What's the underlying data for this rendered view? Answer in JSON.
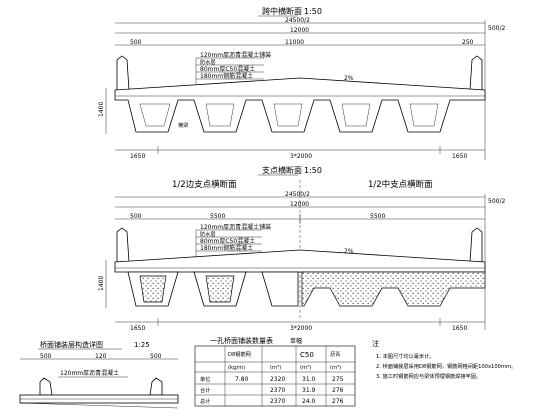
{
  "midspan": {
    "title": "跨中横断面",
    "scale": "1:50",
    "half_total": "24500/2",
    "width_12000": "12000",
    "width_11000": "11000",
    "w500": "500",
    "w250": "250",
    "slope": "2%",
    "notes": [
      "120mm厚沥青混凝土铺装",
      "防水层",
      "80mm厚C50混凝土",
      "180mm钢筋混凝土"
    ],
    "h1400": "1400",
    "b1650l": "1650",
    "b3x2000": "3*2000",
    "b1650r": "1650",
    "side_label": "横梁",
    "right_tag": "500/2"
  },
  "support": {
    "title": "支点横断面",
    "scale": "1:50",
    "left_title": "1/2边支点横断面",
    "right_title": "1/2中支点横断面",
    "half_total": "24500/2",
    "width_12000": "12000",
    "w500": "500",
    "w5500l": "5500",
    "w5500r": "5500",
    "slope": "2%",
    "notes": [
      "120mm厚沥青混凝土铺装",
      "防水层",
      "80mm厚C50混凝土",
      "180mm钢筋混凝土"
    ],
    "h1400": "1400",
    "b1650l": "1650",
    "b3x2000": "3*2000",
    "b1650r": "1650",
    "right_tag": "500/2"
  },
  "detail": {
    "title": "桥面铺装层构造详图",
    "scale": "1:25",
    "w500": "500",
    "w120": "120",
    "note": "120mm厚沥青混凝土"
  },
  "table": {
    "title": "一孔桥面铺装数量表",
    "unit": "单幅",
    "headers": [
      "",
      "D8钢筋网",
      "C50",
      "沥青"
    ],
    "sub_headers": [
      "(kg/m)",
      "(m³)",
      "(m³)",
      "(m²)"
    ],
    "rows": [
      {
        "label": "单位",
        "a": "7.80",
        "b": "2320",
        "c": "31.0",
        "d": "275"
      },
      {
        "label": "合计",
        "a": "",
        "b": "2370",
        "c": "31.9",
        "d": "276"
      },
      {
        "label": "总计",
        "a": "",
        "b": "2370",
        "c": "24.0",
        "d": "276"
      }
    ]
  },
  "notes": {
    "title": "注",
    "items": [
      "1. 本图尺寸均以毫米计。",
      "2. 桥面铺装层采用D8钢筋网，钢筋网格间距100x100mm。",
      "3. 施工时钢筋网应与梁体预埋钢筋焊接牢固。"
    ]
  }
}
